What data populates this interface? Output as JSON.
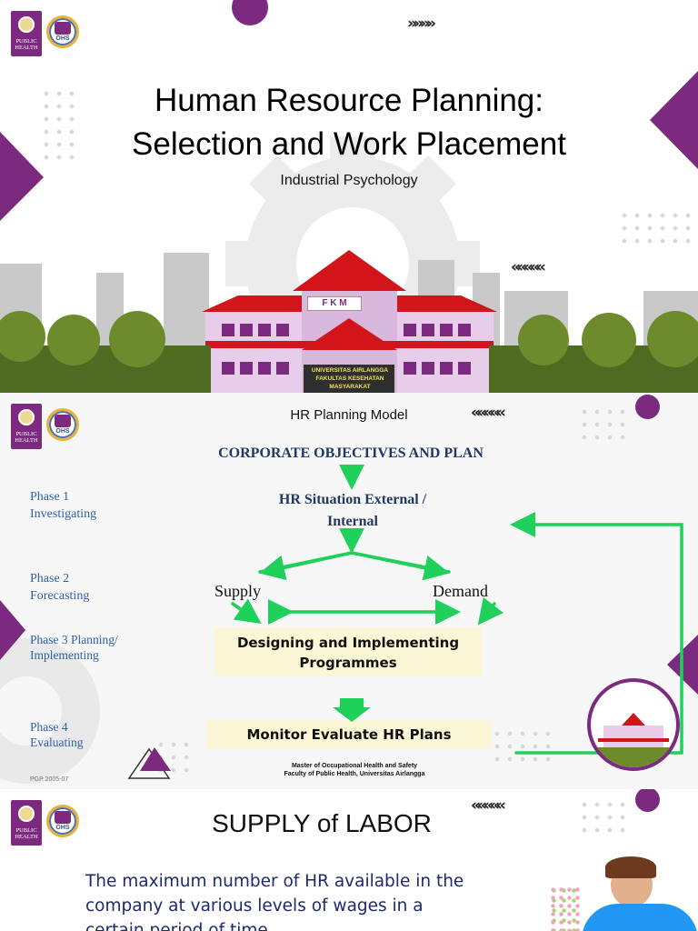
{
  "slide1": {
    "title_line1": "Human Resource Planning:",
    "title_line2": "Selection and Work Placement",
    "subtitle": "Industrial Psychology",
    "logo_left_text_1": "PUBLIC",
    "logo_left_text_2": "HEALTH",
    "logo_ohs": "OHS",
    "arrows_top": "»»»»",
    "arrows_mid": "«««««",
    "building_sign": "F K M",
    "banner_line1": "UNIVERSITAS AIRLANGGA",
    "banner_line2": "FAKULTAS KESEHATAN MASYARAKAT",
    "colors": {
      "accent": "#7b2a7f",
      "roof": "#d3141b",
      "building": "#d9b8de",
      "tree": "#6d8a2c"
    }
  },
  "slide2": {
    "heading": "HR Planning Model",
    "arrows": "«««««",
    "corporate": "CORPORATE OBJECTIVES AND PLAN",
    "situation_line1": "HR Situation External /",
    "situation_line2": "Internal",
    "supply": "Supply",
    "demand": "Demand",
    "designing_line1": "Designing and Implementing",
    "designing_line2": "Programmes",
    "monitor": "Monitor Evaluate HR Plans",
    "footer_line1": "Master of Occupational Health and Safety",
    "footer_line2": "Faculty of Public Health, Universitas Airlangga",
    "pgp": "PGP 2005-07",
    "phases": [
      {
        "line1": "Phase 1",
        "line2": "Investigating"
      },
      {
        "line1": "Phase 2",
        "line2": "Forecasting"
      },
      {
        "line1": "Phase 3 Planning/",
        "line2": "Implementing"
      },
      {
        "line1": "Phase 4",
        "line2": "Evaluating"
      }
    ],
    "colors": {
      "arrow": "#1fd15a",
      "box": "#fbf7d6",
      "heading": "#1f3864",
      "phase": "#2f5fa7"
    }
  },
  "slide3": {
    "title": "SUPPLY of LABOR",
    "arrows": "«««««",
    "body_line1": "The maximum number of HR available in the",
    "body_line2": "company at various levels of wages in a",
    "body_line3": "certain period of time",
    "colors": {
      "body": "#1f2a6e"
    }
  }
}
